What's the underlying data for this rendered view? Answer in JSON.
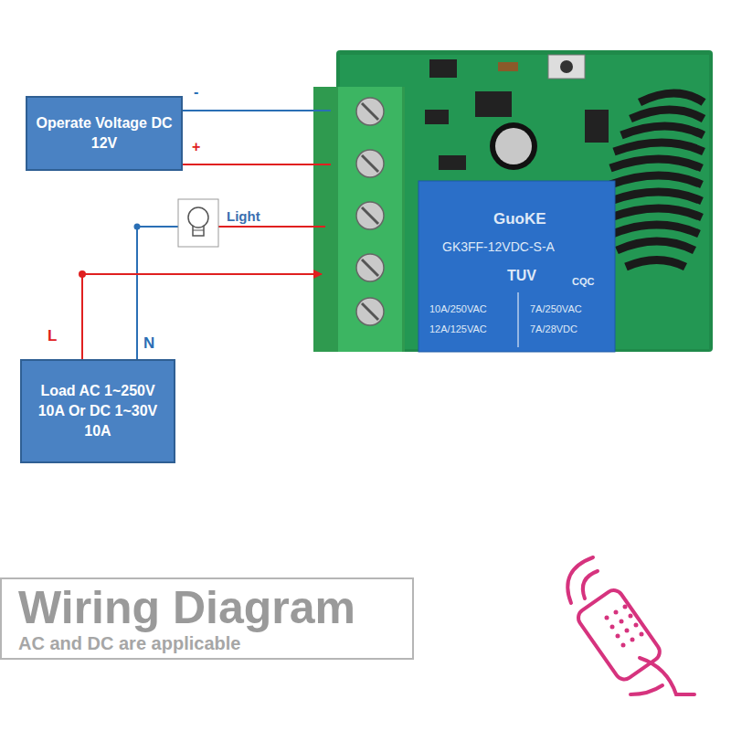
{
  "diagram": {
    "nodes": [
      {
        "text": [
          "Operate Voltage DC 12V"
        ]
      },
      {
        "text": [
          "Load AC 1~250V 10A Or DC 1~30V 10A"
        ]
      },
      {
        "text": [
          "Wiring Diagram",
          "AC and DC are applicable"
        ]
      }
    ],
    "labels": [
      "-",
      "+",
      "Light",
      "L",
      "N",
      "GuoKE",
      "GK3FF-12VDC-S-A",
      "TUV",
      "CQC",
      "10A/250VAC",
      "12A/125VAC",
      "7A/250VAC",
      "7A/28VDC"
    ]
  }
}
